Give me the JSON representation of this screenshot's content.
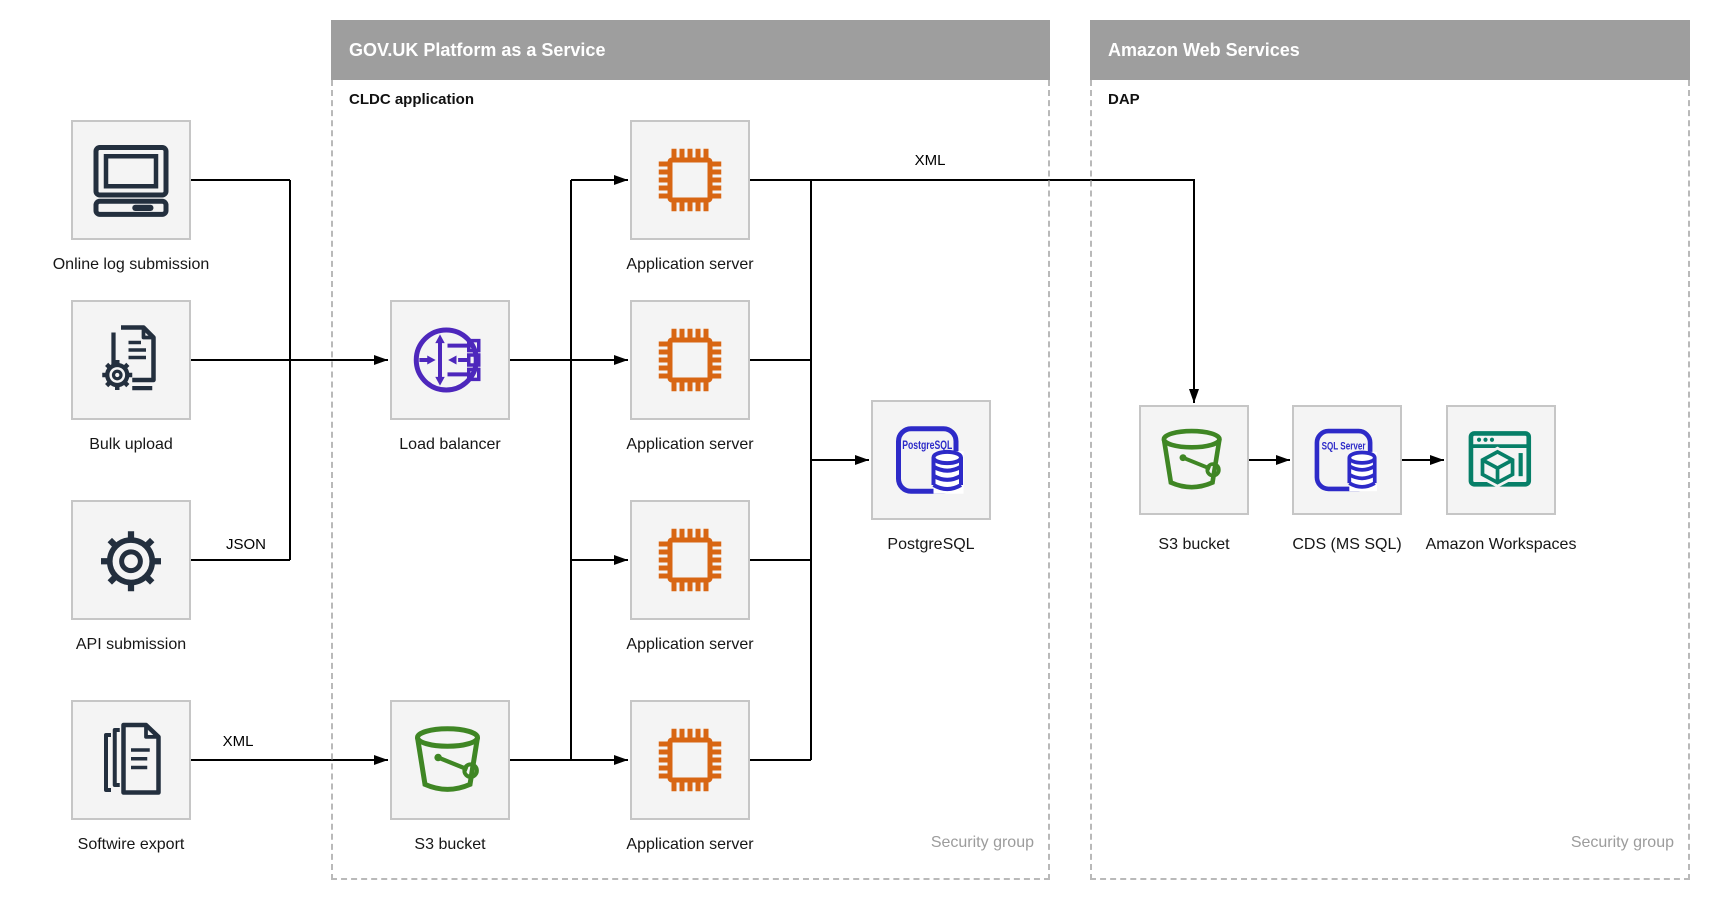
{
  "diagram": {
    "paas": {
      "title": "GOV.UK Platform as a Service",
      "sublabel": "CLDC application",
      "security_label": "Security group"
    },
    "aws": {
      "title": "Amazon Web Services",
      "sublabel": "DAP",
      "security_label": "Security group"
    },
    "nodes": {
      "online_log": {
        "label": "Online log submission",
        "icon": "computer-icon"
      },
      "bulk_upload": {
        "label": "Bulk upload",
        "icon": "document-gear-icon"
      },
      "api_submission": {
        "label": "API submission",
        "icon": "gear-icon"
      },
      "softwire_export": {
        "label": "Softwire export",
        "icon": "documents-stack-icon"
      },
      "load_balancer": {
        "label": "Load balancer",
        "icon": "load-balancer-icon"
      },
      "s3_paas": {
        "label": "S3 bucket",
        "icon": "s3-bucket-icon"
      },
      "app_server_1": {
        "label": "Application server",
        "icon": "chip-icon"
      },
      "app_server_2": {
        "label": "Application server",
        "icon": "chip-icon"
      },
      "app_server_3": {
        "label": "Application server",
        "icon": "chip-icon"
      },
      "app_server_4": {
        "label": "Application server",
        "icon": "chip-icon"
      },
      "postgresql": {
        "label": "PostgreSQL",
        "icon": "postgresql-database-icon",
        "icon_text": "PostgreSQL"
      },
      "s3_aws": {
        "label": "S3 bucket",
        "icon": "s3-bucket-icon"
      },
      "cds": {
        "label": "CDS (MS SQL)",
        "icon": "sql-server-database-icon",
        "icon_text": "SQL Server"
      },
      "workspaces": {
        "label": "Amazon Workspaces",
        "icon": "workspaces-icon"
      }
    },
    "edge_labels": {
      "json": "JSON",
      "xml_softwire": "XML",
      "xml_app": "XML"
    },
    "colors": {
      "header_bar": "#9e9e9e",
      "header_text": "#ffffff",
      "box_fill": "#f4f4f4",
      "box_border": "#c6c6c6",
      "container_border": "#b9b9b9",
      "navy": "#232f3e",
      "orange": "#d86613",
      "green": "#3f8624",
      "purple": "#4d27bc",
      "blue": "#2d2ac8",
      "teal": "#077f68",
      "line": "#000000",
      "security_text": "#9c9c9c"
    }
  }
}
